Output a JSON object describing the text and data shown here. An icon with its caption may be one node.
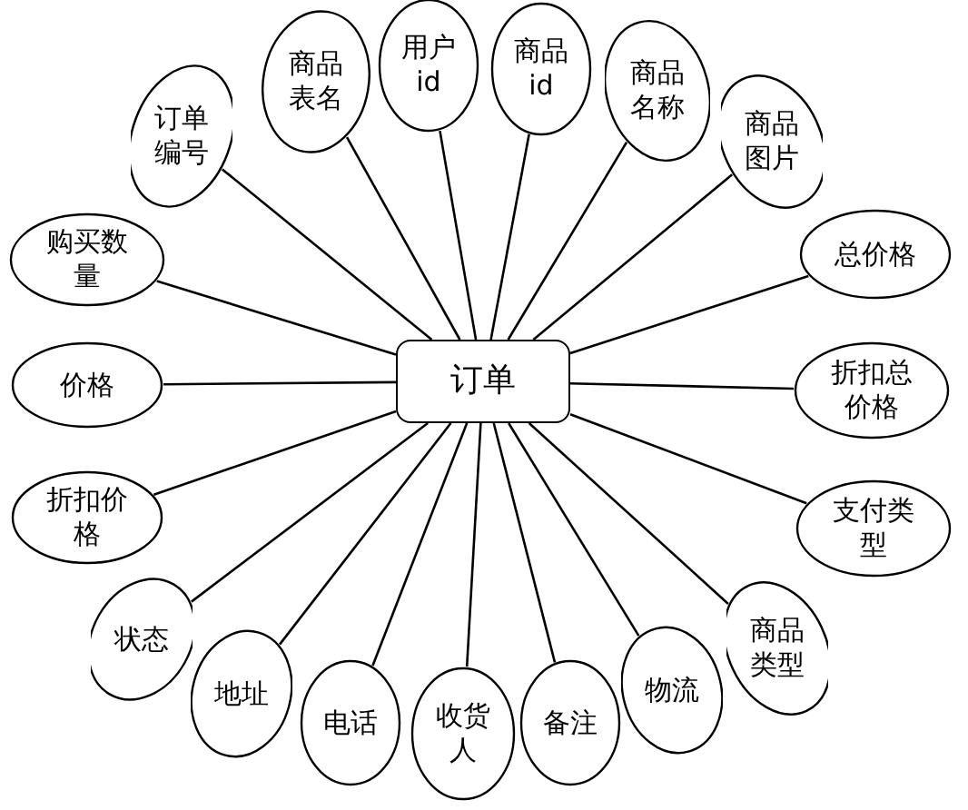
{
  "diagram": {
    "nodes": [
      {
        "text": [
          "订单"
        ]
      },
      {
        "text": [
          "购买数量"
        ]
      },
      {
        "text": [
          "价格"
        ]
      },
      {
        "text": [
          "折扣价格"
        ]
      },
      {
        "text": [
          "订单编号"
        ]
      },
      {
        "text": [
          "商品表名"
        ]
      },
      {
        "text": [
          "用户id"
        ]
      },
      {
        "text": [
          "商品id"
        ]
      },
      {
        "text": [
          "商品名称"
        ]
      },
      {
        "text": [
          "商品图片"
        ]
      },
      {
        "text": [
          "总价格"
        ]
      },
      {
        "text": [
          "折扣总价格"
        ]
      },
      {
        "text": [
          "支付类型"
        ]
      },
      {
        "text": [
          "状态"
        ]
      },
      {
        "text": [
          "地址"
        ]
      },
      {
        "text": [
          "电话"
        ]
      },
      {
        "text": [
          "收货人"
        ]
      },
      {
        "text": [
          "备注"
        ]
      },
      {
        "text": [
          "物流"
        ]
      },
      {
        "text": [
          "商品类型"
        ]
      }
    ],
    "edges": [
      {
        "from": 0,
        "to": 1,
        "arrow": "none"
      },
      {
        "from": 0,
        "to": 2,
        "arrow": "none"
      },
      {
        "from": 0,
        "to": 3,
        "arrow": "none"
      },
      {
        "from": 0,
        "to": 4,
        "arrow": "none"
      },
      {
        "from": 0,
        "to": 5,
        "arrow": "none"
      },
      {
        "from": 0,
        "to": 6,
        "arrow": "none"
      },
      {
        "from": 0,
        "to": 7,
        "arrow": "none"
      },
      {
        "from": 0,
        "to": 8,
        "arrow": "none"
      },
      {
        "from": 0,
        "to": 9,
        "arrow": "none"
      },
      {
        "from": 0,
        "to": 10,
        "arrow": "none"
      },
      {
        "from": 0,
        "to": 11,
        "arrow": "none"
      },
      {
        "from": 0,
        "to": 12,
        "arrow": "none"
      },
      {
        "from": 0,
        "to": 13,
        "arrow": "none"
      },
      {
        "from": 0,
        "to": 14,
        "arrow": "none"
      },
      {
        "from": 0,
        "to": 15,
        "arrow": "none"
      },
      {
        "from": 0,
        "to": 16,
        "arrow": "none"
      },
      {
        "from": 0,
        "to": 17,
        "arrow": "none"
      },
      {
        "from": 0,
        "to": 18,
        "arrow": "none"
      },
      {
        "from": 0,
        "to": 19,
        "arrow": "none"
      }
    ]
  }
}
